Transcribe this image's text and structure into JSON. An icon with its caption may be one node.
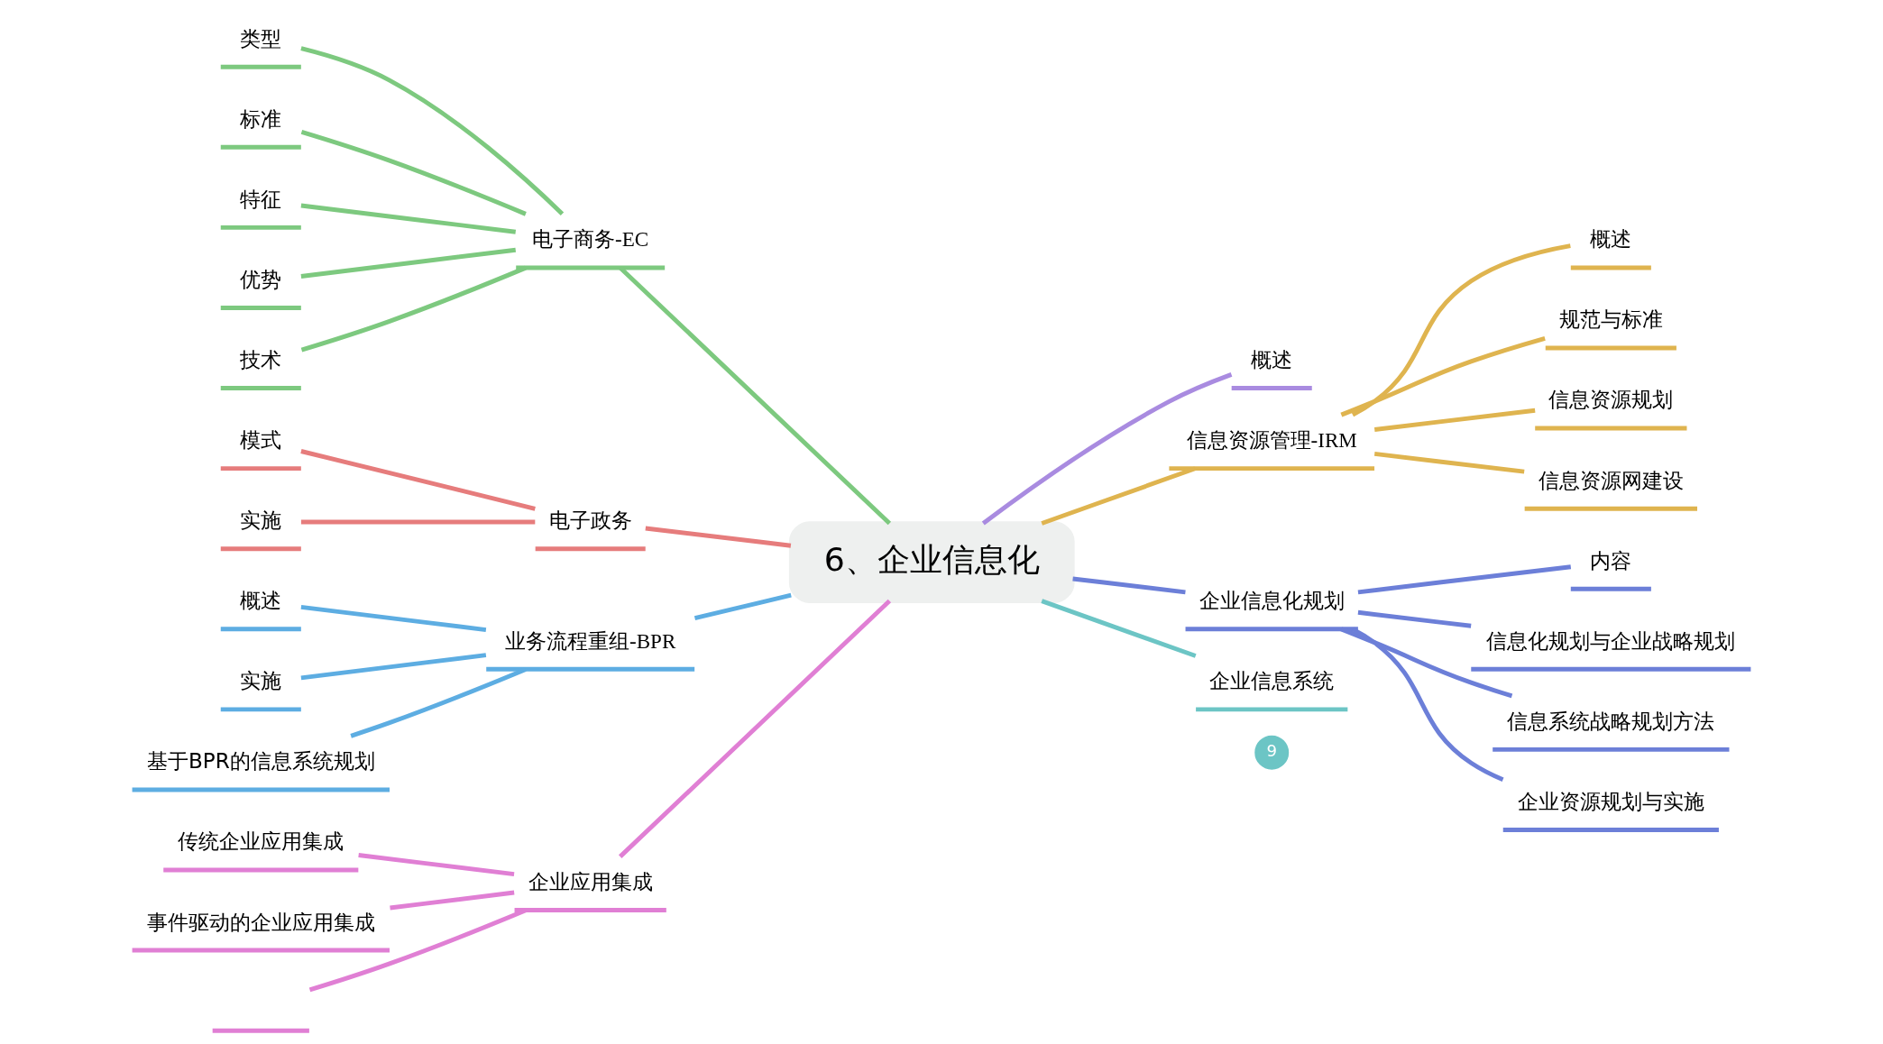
{
  "diagram": {
    "nodes": [
      {
        "text": [
          "6、企业信息化"
        ]
      },
      {
        "text": [
          "概述"
        ]
      },
      {
        "text": [
          "信息资源管理-IRM"
        ]
      },
      {
        "text": [
          "概述"
        ]
      },
      {
        "text": [
          "规范与标准"
        ]
      },
      {
        "text": [
          "信息资源规划"
        ]
      },
      {
        "text": [
          "信息资源网建设"
        ]
      },
      {
        "text": [
          "企业信息化规划"
        ]
      },
      {
        "text": [
          "内容"
        ]
      },
      {
        "text": [
          "信息化规划与企业战略规划"
        ]
      },
      {
        "text": [
          "信息系统战略规划方法"
        ]
      },
      {
        "text": [
          "企业资源规划与实施"
        ]
      },
      {
        "text": [
          "企业信息系统"
        ],
        "beside": [
          "9"
        ]
      },
      {
        "text": [
          "电子商务-EC"
        ]
      },
      {
        "text": [
          "类型"
        ]
      },
      {
        "text": [
          "标准"
        ]
      },
      {
        "text": [
          "特征"
        ]
      },
      {
        "text": [
          "优势"
        ]
      },
      {
        "text": [
          "技术"
        ]
      },
      {
        "text": [
          "电子政务"
        ]
      },
      {
        "text": [
          "模式"
        ]
      },
      {
        "text": [
          "实施"
        ]
      },
      {
        "text": [
          "业务流程重组-BPR"
        ]
      },
      {
        "text": [
          "概述"
        ]
      },
      {
        "text": [
          "实施"
        ]
      },
      {
        "text": [
          "基于BPR的信息系统规划"
        ]
      },
      {
        "text": [
          "企业应用集成"
        ]
      },
      {
        "text": [
          "传统企业应用集成"
        ]
      },
      {
        "text": [
          "事件驱动的企业应用集成"
        ]
      },
      {
        "text": [],
        "shape": "bar"
      }
    ],
    "edges": [
      {
        "from": 0,
        "to": 1,
        "arrow": "none",
        "color": "#a98be0"
      },
      {
        "from": 0,
        "to": 2,
        "arrow": "none",
        "color": "#dfb44f"
      },
      {
        "from": 2,
        "to": 3,
        "arrow": "none",
        "color": "#dfb44f"
      },
      {
        "from": 2,
        "to": 4,
        "arrow": "none",
        "color": "#dfb44f"
      },
      {
        "from": 2,
        "to": 5,
        "arrow": "none",
        "color": "#dfb44f"
      },
      {
        "from": 2,
        "to": 6,
        "arrow": "none",
        "color": "#dfb44f"
      },
      {
        "from": 0,
        "to": 7,
        "arrow": "none",
        "color": "#6c7fd8"
      },
      {
        "from": 7,
        "to": 8,
        "arrow": "none",
        "color": "#6c7fd8"
      },
      {
        "from": 7,
        "to": 9,
        "arrow": "none",
        "color": "#6c7fd8"
      },
      {
        "from": 7,
        "to": 10,
        "arrow": "none",
        "color": "#6c7fd8"
      },
      {
        "from": 7,
        "to": 11,
        "arrow": "none",
        "color": "#6c7fd8"
      },
      {
        "from": 0,
        "to": 12,
        "arrow": "none",
        "color": "#6cc5c5"
      },
      {
        "from": 0,
        "to": 13,
        "arrow": "none",
        "color": "#7dc97f"
      },
      {
        "from": 13,
        "to": 14,
        "arrow": "none",
        "color": "#7dc97f"
      },
      {
        "from": 13,
        "to": 15,
        "arrow": "none",
        "color": "#7dc97f"
      },
      {
        "from": 13,
        "to": 16,
        "arrow": "none",
        "color": "#7dc97f"
      },
      {
        "from": 13,
        "to": 17,
        "arrow": "none",
        "color": "#7dc97f"
      },
      {
        "from": 13,
        "to": 18,
        "arrow": "none",
        "color": "#7dc97f"
      },
      {
        "from": 0,
        "to": 19,
        "arrow": "none",
        "color": "#e67c7c"
      },
      {
        "from": 19,
        "to": 20,
        "arrow": "none",
        "color": "#e67c7c"
      },
      {
        "from": 19,
        "to": 21,
        "arrow": "none",
        "color": "#e67c7c"
      },
      {
        "from": 0,
        "to": 22,
        "arrow": "none",
        "color": "#5dade2"
      },
      {
        "from": 22,
        "to": 23,
        "arrow": "none",
        "color": "#5dade2"
      },
      {
        "from": 22,
        "to": 24,
        "arrow": "none",
        "color": "#5dade2"
      },
      {
        "from": 22,
        "to": 25,
        "arrow": "none",
        "color": "#5dade2"
      },
      {
        "from": 0,
        "to": 26,
        "arrow": "none",
        "color": "#e07fd4"
      },
      {
        "from": 26,
        "to": 27,
        "arrow": "none",
        "color": "#e07fd4"
      },
      {
        "from": 26,
        "to": 28,
        "arrow": "none",
        "color": "#e07fd4"
      },
      {
        "from": 26,
        "to": 29,
        "arrow": "none",
        "color": "#e07fd4"
      }
    ]
  }
}
